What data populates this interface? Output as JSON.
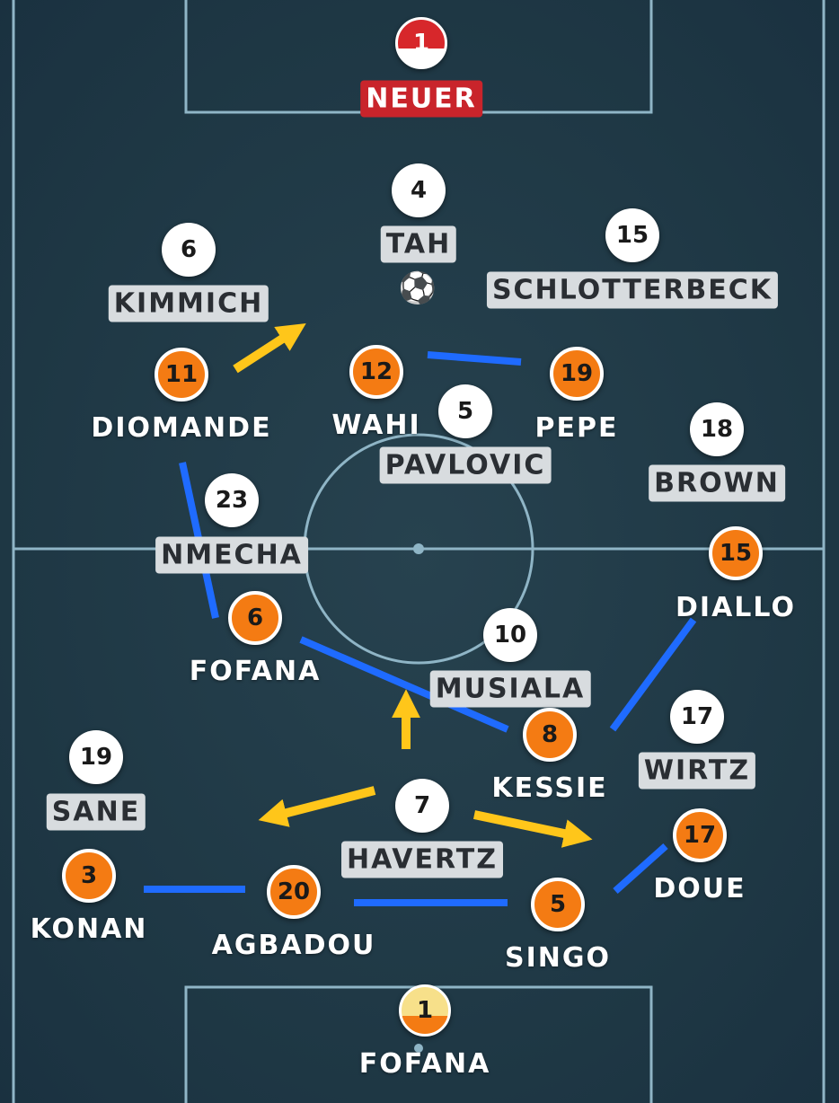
{
  "diagram": {
    "colors": {
      "pitch": "#1f3a48",
      "lines": "#8fb5c6",
      "white_team": "#ffffff",
      "orange_team": "#f47b13",
      "pass_line": "#1f6bff",
      "run_arrow": "#ffc61a",
      "label_box": "#d8dcdf",
      "gk_label": "#c9242b"
    },
    "ball_icon": "soccer-ball-icon",
    "white_team": [
      {
        "number": "1",
        "name": "NEUER"
      },
      {
        "number": "4",
        "name": "TAH"
      },
      {
        "number": "15",
        "name": "SCHLOTTERBECK"
      },
      {
        "number": "6",
        "name": "KIMMICH"
      },
      {
        "number": "5",
        "name": "PAVLOVIC"
      },
      {
        "number": "18",
        "name": "BROWN"
      },
      {
        "number": "23",
        "name": "NMECHA"
      },
      {
        "number": "10",
        "name": "MUSIALA"
      },
      {
        "number": "17",
        "name": "WIRTZ"
      },
      {
        "number": "19",
        "name": "SANE"
      },
      {
        "number": "7",
        "name": "HAVERTZ"
      }
    ],
    "orange_team": [
      {
        "number": "11",
        "name": "DIOMANDE"
      },
      {
        "number": "12",
        "name": "WAHI"
      },
      {
        "number": "19",
        "name": "PEPE"
      },
      {
        "number": "15",
        "name": "DIALLO"
      },
      {
        "number": "6",
        "name": "FOFANA"
      },
      {
        "number": "8",
        "name": "KESSIE"
      },
      {
        "number": "17",
        "name": "DOUE"
      },
      {
        "number": "3",
        "name": "KONAN"
      },
      {
        "number": "20",
        "name": "AGBADOU"
      },
      {
        "number": "5",
        "name": "SINGO"
      },
      {
        "number": "1",
        "name": "FOFANA"
      }
    ]
  }
}
